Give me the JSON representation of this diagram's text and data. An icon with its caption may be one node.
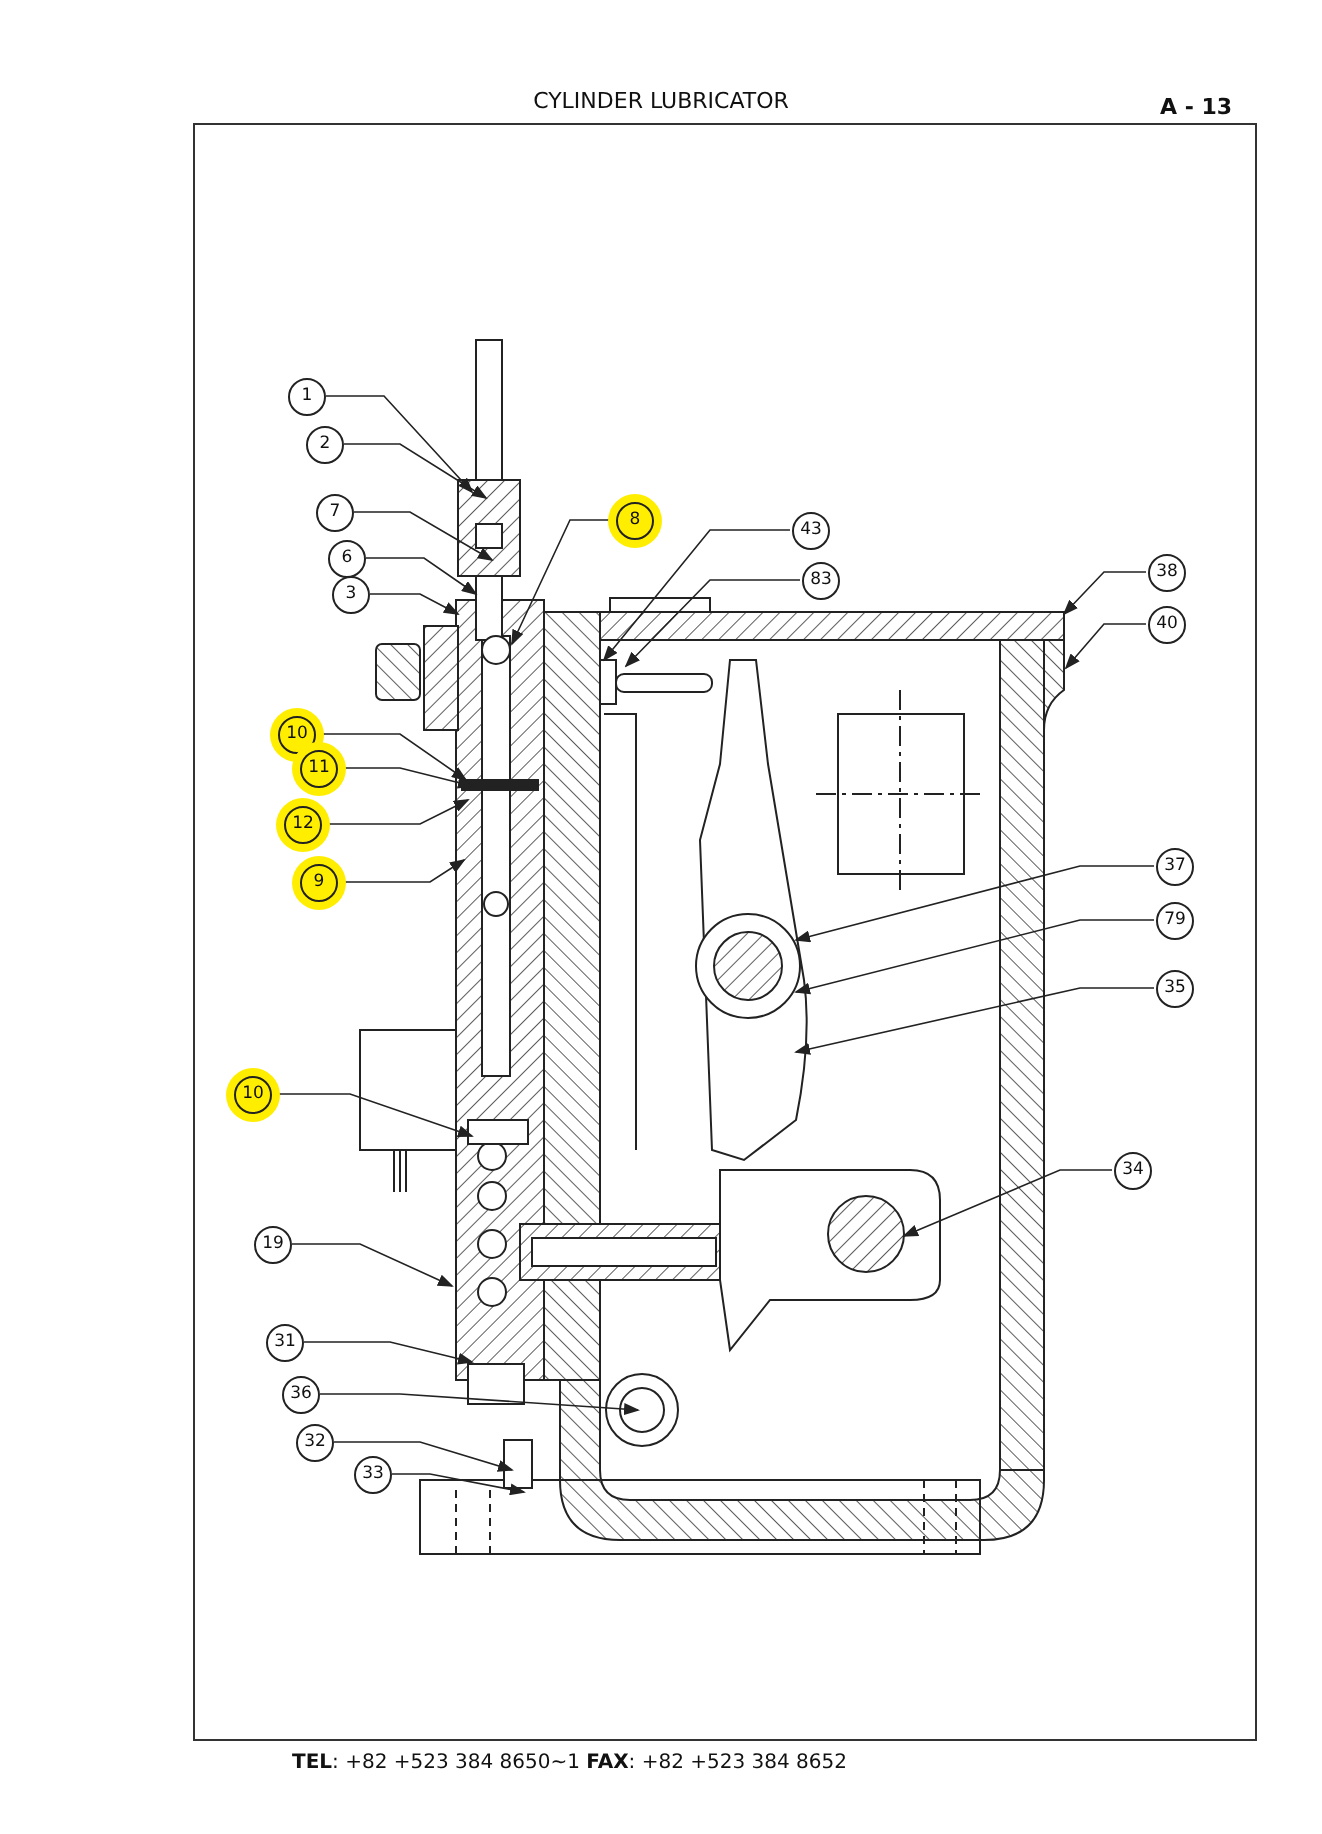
{
  "diagram": {
    "title": "CYLINDER LUBRICATOR",
    "nodes": [
      {
        "text": [
          "1"
        ]
      },
      {
        "text": [
          "2"
        ]
      },
      {
        "text": [
          "7"
        ]
      },
      {
        "text": [
          "6"
        ]
      },
      {
        "text": [
          "3"
        ]
      },
      {
        "text": [
          "8"
        ]
      },
      {
        "text": [
          "43"
        ]
      },
      {
        "text": [
          "83"
        ]
      },
      {
        "text": [
          "38"
        ]
      },
      {
        "text": [
          "40"
        ]
      },
      {
        "text": [
          "10"
        ]
      },
      {
        "text": [
          "11"
        ]
      },
      {
        "text": [
          "12"
        ]
      },
      {
        "text": [
          "9"
        ]
      },
      {
        "text": [
          "37"
        ]
      },
      {
        "text": [
          "79"
        ]
      },
      {
        "text": [
          "35"
        ]
      },
      {
        "text": [
          "10"
        ]
      },
      {
        "text": [
          "34"
        ]
      },
      {
        "text": [
          "19"
        ]
      },
      {
        "text": [
          "31"
        ]
      },
      {
        "text": [
          "36"
        ]
      },
      {
        "text": [
          "32"
        ]
      },
      {
        "text": [
          "33"
        ]
      }
    ],
    "edges": [
      {
        "from": 0,
        "to": null,
        "arrow": "to"
      },
      {
        "from": 1,
        "to": null,
        "arrow": "to"
      },
      {
        "from": 2,
        "to": null,
        "arrow": "to"
      },
      {
        "from": 3,
        "to": null,
        "arrow": "to"
      },
      {
        "from": 4,
        "to": null,
        "arrow": "to"
      },
      {
        "from": 5,
        "to": null,
        "arrow": "to"
      },
      {
        "from": 6,
        "to": null,
        "arrow": "to"
      },
      {
        "from": 7,
        "to": null,
        "arrow": "to"
      },
      {
        "from": 8,
        "to": null,
        "arrow": "to"
      },
      {
        "from": 9,
        "to": null,
        "arrow": "to"
      },
      {
        "from": 10,
        "to": null,
        "arrow": "to"
      },
      {
        "from": 11,
        "to": null,
        "arrow": "to"
      },
      {
        "from": 12,
        "to": null,
        "arrow": "to"
      },
      {
        "from": 13,
        "to": null,
        "arrow": "to"
      },
      {
        "from": 14,
        "to": null,
        "arrow": "to"
      },
      {
        "from": 15,
        "to": null,
        "arrow": "to"
      },
      {
        "from": 16,
        "to": null,
        "arrow": "to"
      },
      {
        "from": 17,
        "to": null,
        "arrow": "to"
      },
      {
        "from": 18,
        "to": null,
        "arrow": "to"
      },
      {
        "from": 19,
        "to": null,
        "arrow": "to"
      },
      {
        "from": 20,
        "to": null,
        "arrow": "to"
      },
      {
        "from": 21,
        "to": null,
        "arrow": "to"
      },
      {
        "from": 22,
        "to": null,
        "arrow": "to"
      },
      {
        "from": 23,
        "to": null,
        "arrow": "to"
      }
    ],
    "labels": [
      "A - 13",
      "**TEL**: +82 +523 384 8650~1 **FAX**: +82 +523 384 8652"
    ]
  }
}
